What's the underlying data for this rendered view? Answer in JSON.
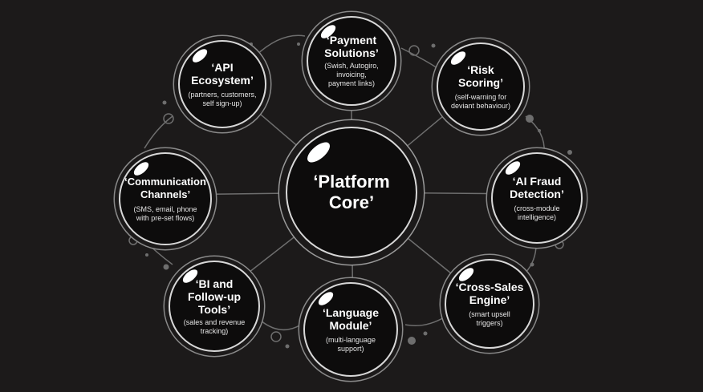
{
  "core": {
    "title": "‘Platform\nCore’"
  },
  "modules": [
    {
      "id": "api-ecosystem",
      "title": "‘API\nEcosystem’",
      "desc": "(partners, customers,\nself sign-up)"
    },
    {
      "id": "payment-solutions",
      "title": "‘Payment\nSolutions’",
      "desc": "(Swish, Autogiro,\ninvoicing,\npayment links)"
    },
    {
      "id": "risk-scoring",
      "title": "‘Risk\nScoring’",
      "desc": "(self-warning for\ndeviant behaviour)"
    },
    {
      "id": "communication-channels",
      "title": "‘Communication\nChannels’",
      "desc": "(SMS, email, phone\nwith pre-set flows)"
    },
    {
      "id": "ai-fraud-detection",
      "title": "‘AI Fraud\nDetection’",
      "desc": "(cross-module\nintelligence)"
    },
    {
      "id": "bi-follow-up-tools",
      "title": "‘BI and\nFollow-up\nTools’",
      "desc": "(sales and revenue\ntracking)"
    },
    {
      "id": "language-module",
      "title": "‘Language\nModule’",
      "desc": "(multi-language\nsupport)"
    },
    {
      "id": "cross-sales-engine",
      "title": "‘Cross-Sales\nEngine’",
      "desc": "(smart upsell\ntriggers)"
    }
  ],
  "colors": {
    "background": "#1c1a1a",
    "node_fill": "#0d0c0c",
    "ring": "#d8d8d8",
    "connector": "#7a7a7a"
  }
}
